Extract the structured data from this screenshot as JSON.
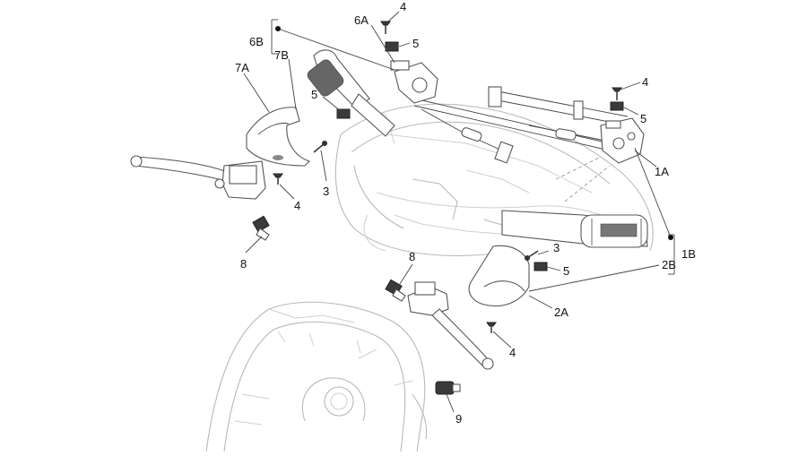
{
  "callouts": {
    "c4_top": "4",
    "c6A": "6A",
    "c5_top": "5",
    "c6B": "6B",
    "c7B": "7B",
    "c7A": "7A",
    "c5_left": "5",
    "c4_right": "4",
    "c5_right": "5",
    "c1A": "1A",
    "c3_mid": "3",
    "c4_left": "4",
    "c1B": "1B",
    "c8_left": "8",
    "c3_right": "3",
    "c2B": "2B",
    "c5_low": "5",
    "c8_mid": "8",
    "c2A": "2A",
    "c4_low": "4",
    "c9": "9"
  }
}
